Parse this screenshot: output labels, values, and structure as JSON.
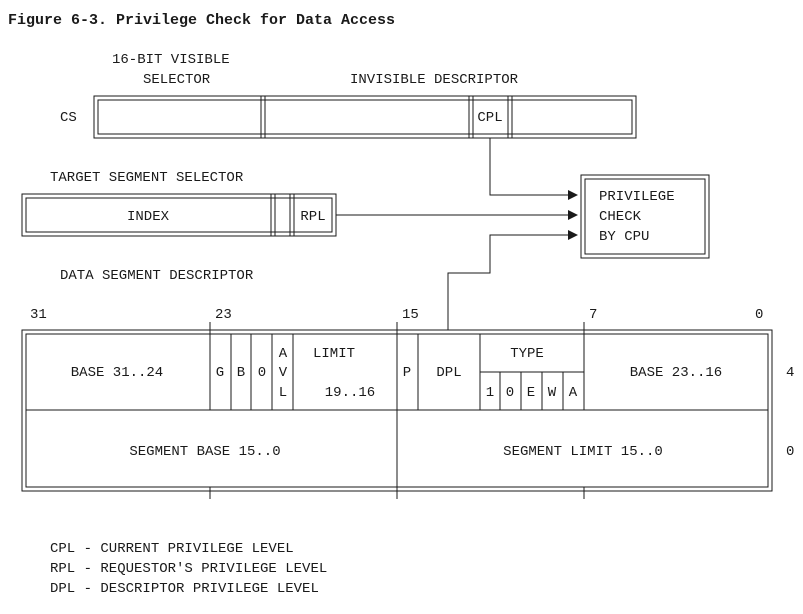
{
  "figure_title": "Figure 6-3.  Privilege Check for Data Access",
  "visible_selector_label_1": "16-BIT VISIBLE",
  "visible_selector_label_2": "SELECTOR",
  "invisible_descriptor_label": "INVISIBLE DESCRIPTOR",
  "cs_label": "CS",
  "cpl_field": "CPL",
  "target_selector_label": "TARGET SEGMENT SELECTOR",
  "index_field": "INDEX",
  "rpl_field": "RPL",
  "privilege_check": [
    "PRIVILEGE",
    "CHECK",
    "BY CPU"
  ],
  "data_segment_descriptor_label": "DATA SEGMENT DESCRIPTOR",
  "bit_numbers": [
    "31",
    "23",
    "15",
    "7",
    "0"
  ],
  "descriptor_fields": {
    "base_high": "BASE 31..24",
    "g": "G",
    "b": "B",
    "zero": "0",
    "avl": [
      "A",
      "V",
      "L"
    ],
    "limit_label": "LIMIT",
    "limit_range": "19..16",
    "p": "P",
    "dpl": "DPL",
    "type_label": "TYPE",
    "type_bits": [
      "1",
      "0",
      "E",
      "W",
      "A"
    ],
    "base_mid": "BASE 23..16",
    "segment_base": "SEGMENT BASE 15..0",
    "segment_limit": "SEGMENT LIMIT 15..0"
  },
  "row_offsets": [
    "4",
    "0"
  ],
  "legend": [
    "CPL - CURRENT PRIVILEGE LEVEL",
    "RPL - REQUESTOR'S PRIVILEGE LEVEL",
    "DPL - DESCRIPTOR PRIVILEGE LEVEL"
  ]
}
